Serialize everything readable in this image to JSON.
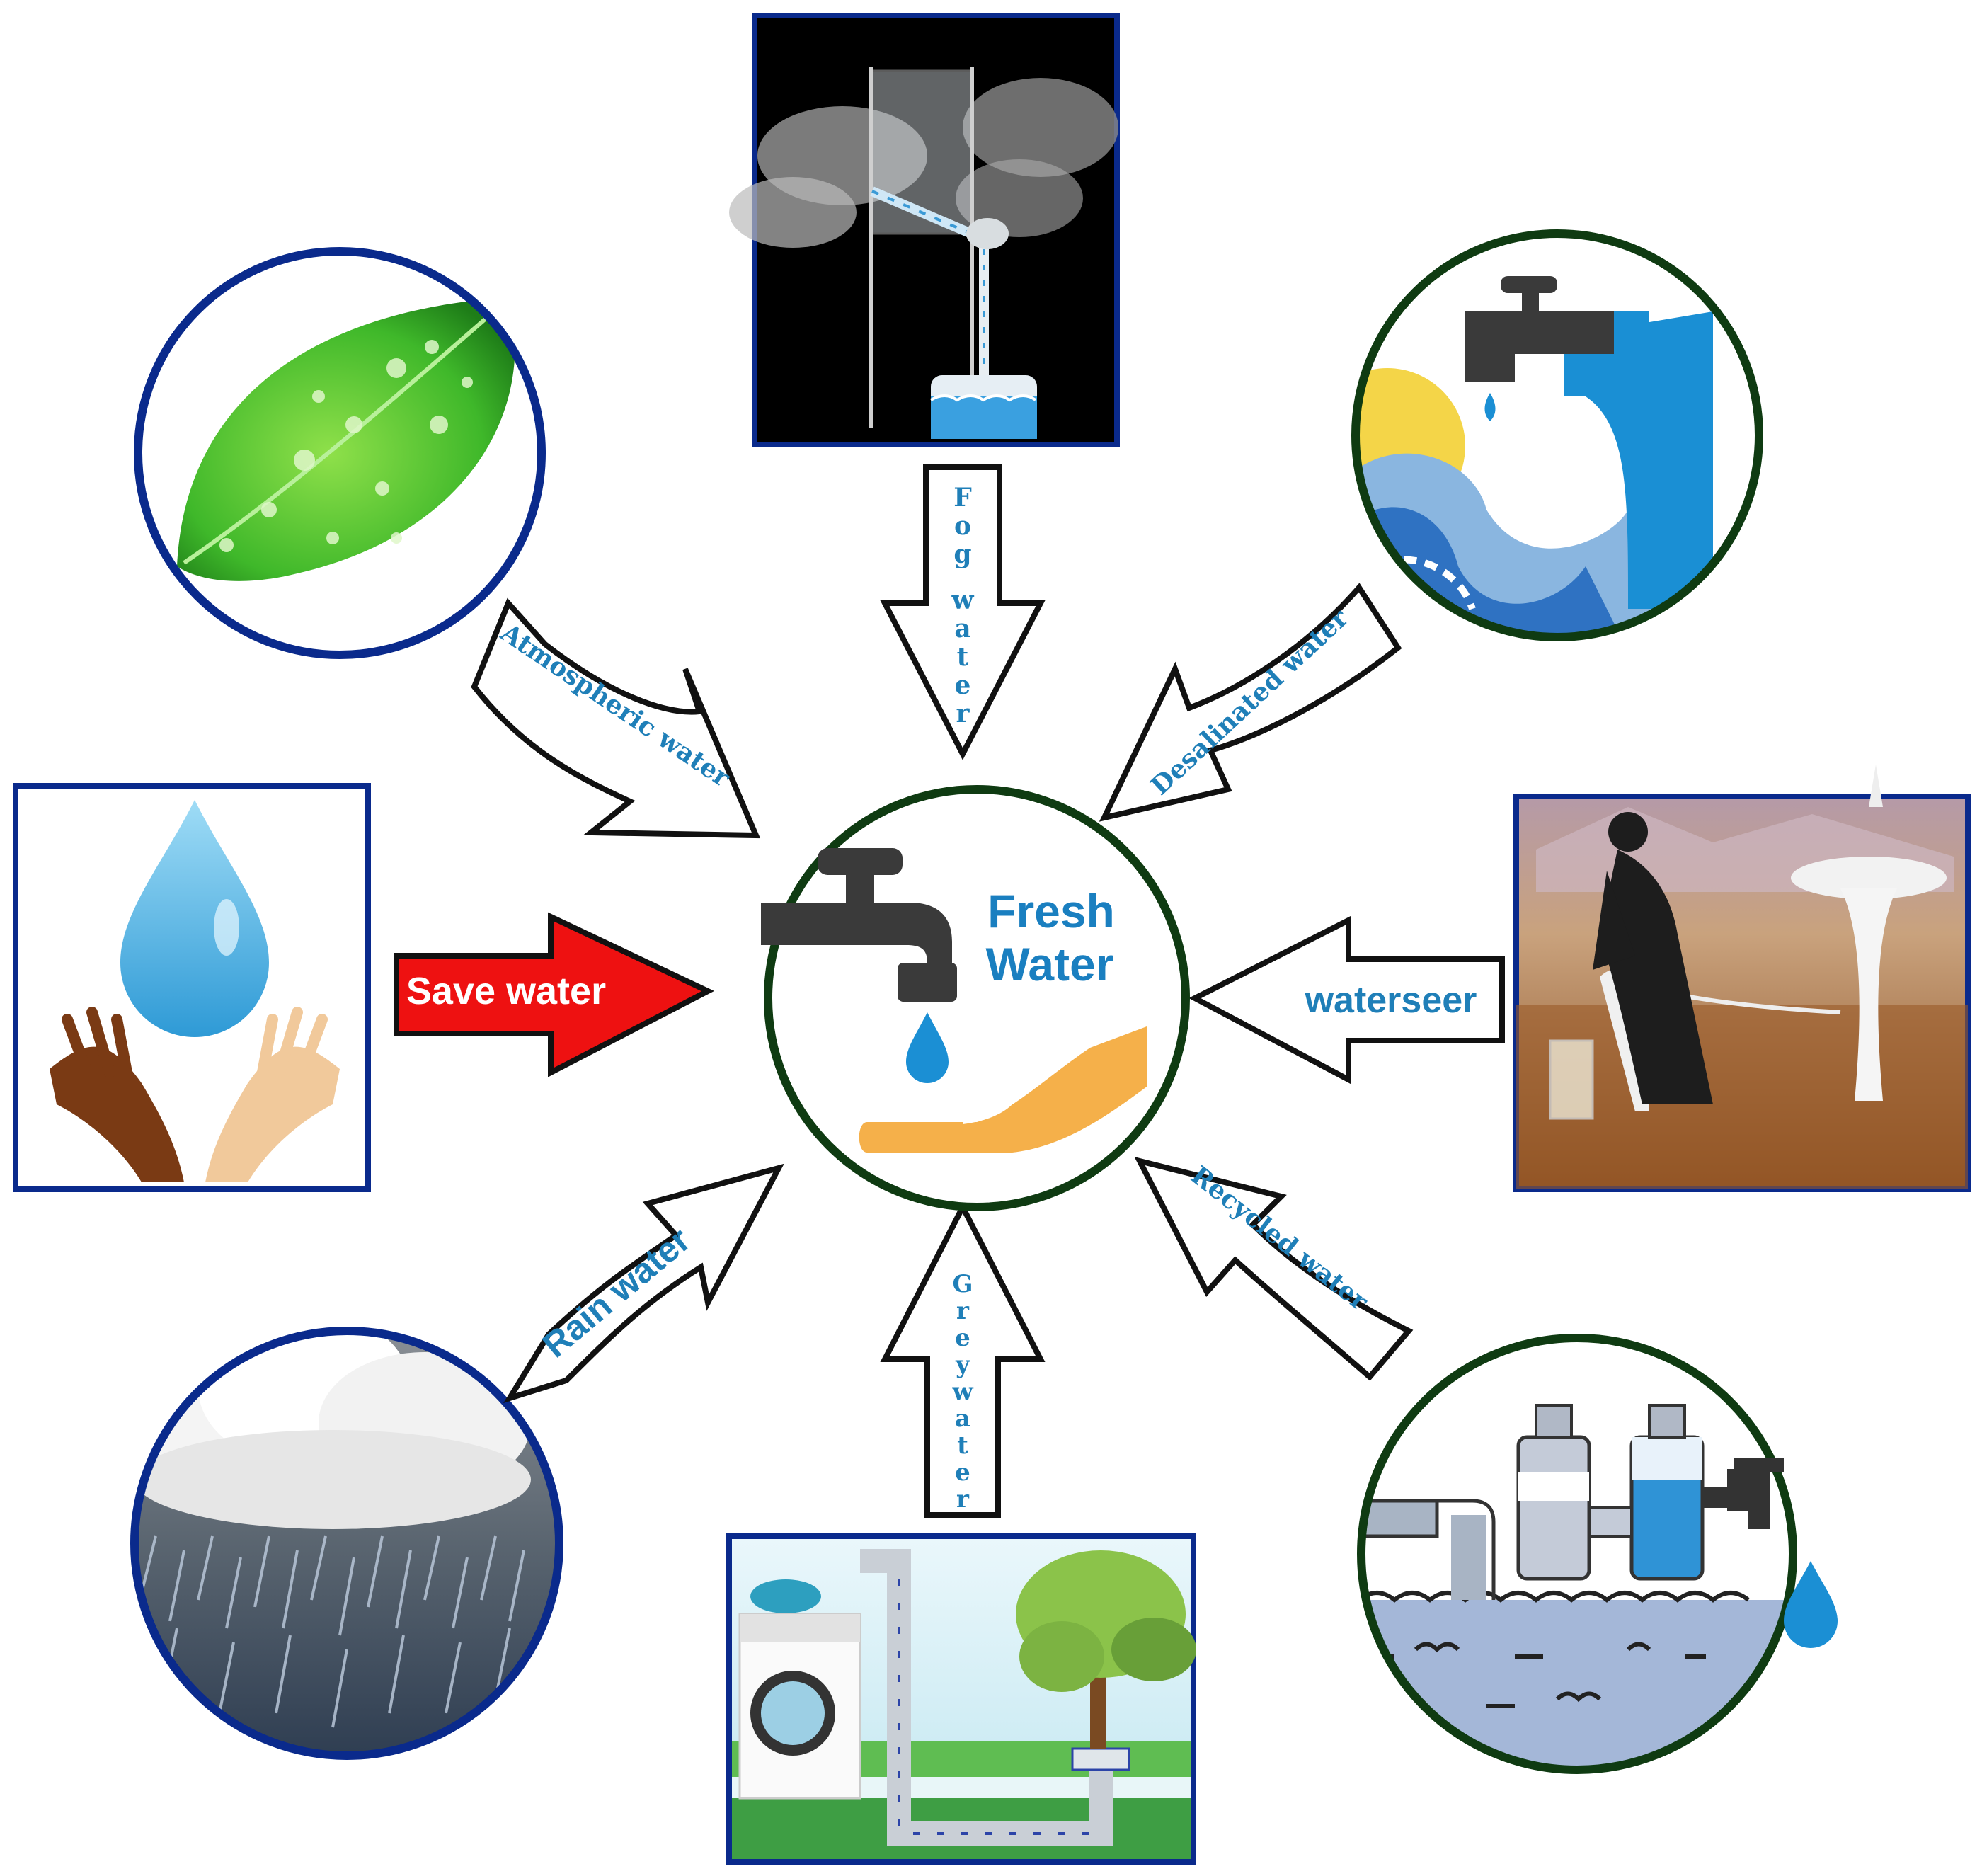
{
  "center": {
    "title_line1": "Fresh",
    "title_line2": "Water"
  },
  "arrows": {
    "fog": "Fog water",
    "fog_letters": [
      "F",
      "o",
      "g",
      "w",
      "a",
      "t",
      "e",
      "r"
    ],
    "atmospheric": "Atmospheric water",
    "desalinated": "Desalinated water",
    "save": "Save water",
    "waterseer": "waterseer",
    "rain": "Rain water",
    "greywater": "Greywater",
    "greywater_letters": [
      "G",
      "r",
      "e",
      "y",
      "w",
      "a",
      "t",
      "e",
      "r"
    ],
    "recycled": "Recycled water"
  },
  "colors": {
    "blue_border": "#0a2a8c",
    "green_border": "#0f3b12",
    "text_blue": "#1f7fb8",
    "save_arrow": "#ee1111",
    "tap": "#3a3a3a",
    "drop": "#1b8fd4",
    "hand": "#f5b04a"
  },
  "icons": {
    "leaf": "leaf-with-droplets-icon",
    "fog": "fog-collector-icon",
    "desalination": "tap-over-ocean-wave-icon",
    "save": "drop-with-hands-icon",
    "waterseer": "waterseer-device-icon",
    "rain": "rain-cloud-icon",
    "greywater": "washing-machine-greywater-icon",
    "recycled": "water-treatment-icon",
    "center": "tap-drop-hand-icon"
  }
}
